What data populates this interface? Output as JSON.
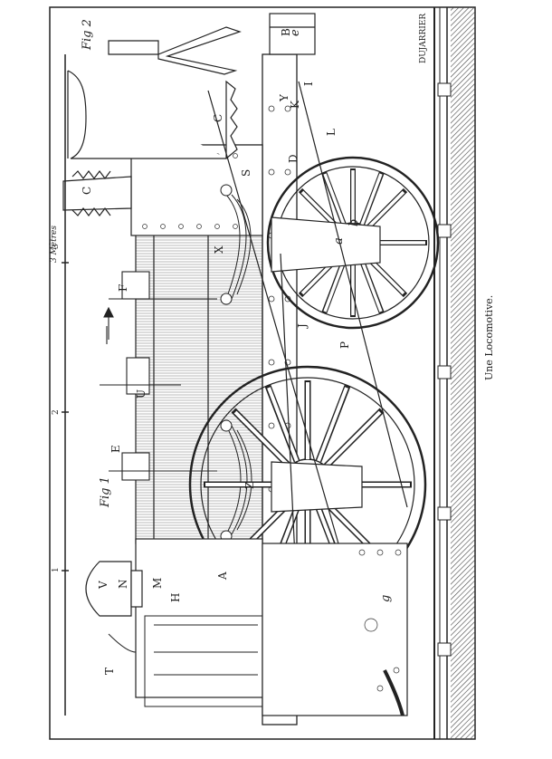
{
  "caption": "Une Locomotive.",
  "signature": "DUJARRIER",
  "fig_main": "Fig 1",
  "fig_detail": "Fig 2",
  "scale": {
    "unit_label": "3 Mètres",
    "tick_labels": [
      "1",
      "2",
      "3"
    ]
  },
  "part_labels": {
    "chimney": "C",
    "chimney_detail": "C",
    "smokebox": "S",
    "valve_rod": "U",
    "dome": "V",
    "buffer": "B",
    "crosshead": "X",
    "spring": "Z",
    "axle_box": "Y",
    "pump": "J",
    "hand_lever": "P",
    "regulator": "E",
    "safety_valve": "F",
    "firebox": "A",
    "whistle": "T",
    "gauge": "H",
    "cock": "N",
    "manhole": "M",
    "tender_coupling": "K",
    "rod": "I",
    "eccentric": "D",
    "grate": "g",
    "lamp": "e",
    "ashpan": "a",
    "axle": "b",
    "link": "L"
  }
}
